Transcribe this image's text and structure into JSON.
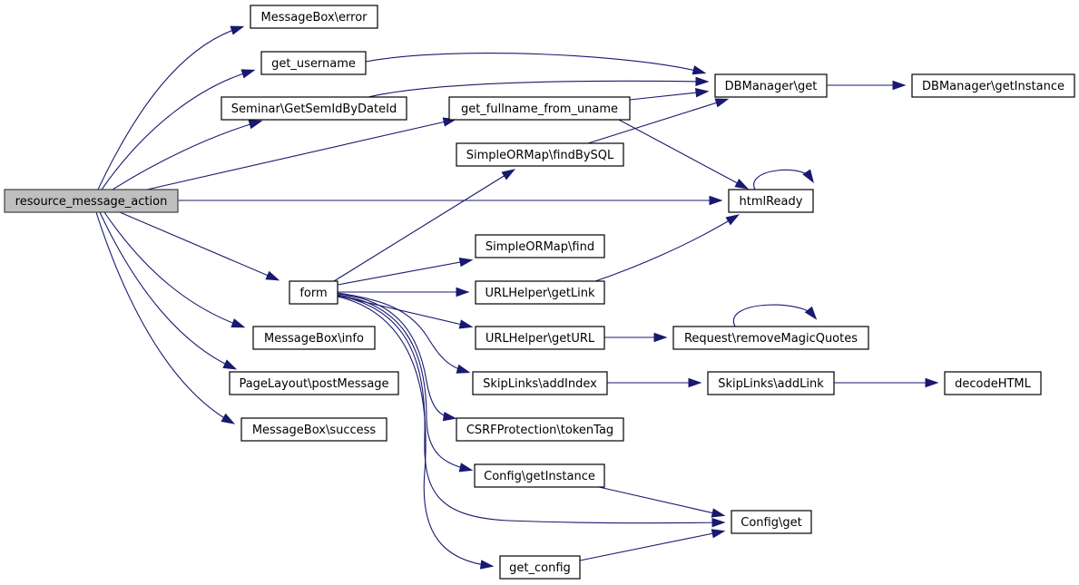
{
  "graph": {
    "type": "call-graph",
    "root": "resource_message_action",
    "edge_color": "#191970",
    "root_fill": "#bfbfbf",
    "nodes": {
      "resource_message_action": "resource_message_action",
      "msgbox_error": "MessageBox\\error",
      "get_username": "get_username",
      "seminar_getsemid": "Seminar\\GetSemIdByDateId",
      "get_fullname": "get_fullname_from_uname",
      "findbysql": "SimpleORMap\\findBySQL",
      "dbmanager_get": "DBManager\\get",
      "dbmanager_getinstance": "DBManager\\getInstance",
      "htmlready": "htmlReady",
      "form": "form",
      "simpleormap_find": "SimpleORMap\\find",
      "urlhelper_getlink": "URLHelper\\getLink",
      "urlhelper_geturl": "URLHelper\\getURL",
      "request_removemagicquotes": "Request\\removeMagicQuotes",
      "msgbox_info": "MessageBox\\info",
      "pagelayout_postmessage": "PageLayout\\postMessage",
      "msgbox_success": "MessageBox\\success",
      "skiplinks_addindex": "SkipLinks\\addIndex",
      "skiplinks_addlink": "SkipLinks\\addLink",
      "decodehtml": "decodeHTML",
      "csrf_tokentag": "CSRFProtection\\tokenTag",
      "config_getinstance": "Config\\getInstance",
      "config_get": "Config\\get",
      "get_config": "get_config"
    },
    "edges": [
      [
        "resource_message_action",
        "msgbox_error"
      ],
      [
        "resource_message_action",
        "get_username"
      ],
      [
        "resource_message_action",
        "seminar_getsemid"
      ],
      [
        "resource_message_action",
        "get_fullname"
      ],
      [
        "resource_message_action",
        "htmlready"
      ],
      [
        "resource_message_action",
        "form"
      ],
      [
        "resource_message_action",
        "msgbox_info"
      ],
      [
        "resource_message_action",
        "pagelayout_postmessage"
      ],
      [
        "resource_message_action",
        "msgbox_success"
      ],
      [
        "get_username",
        "dbmanager_get"
      ],
      [
        "seminar_getsemid",
        "dbmanager_get"
      ],
      [
        "get_fullname",
        "dbmanager_get"
      ],
      [
        "get_fullname",
        "htmlready"
      ],
      [
        "findbysql",
        "dbmanager_get"
      ],
      [
        "dbmanager_get",
        "dbmanager_getinstance"
      ],
      [
        "htmlready",
        "htmlready"
      ],
      [
        "form",
        "findbysql"
      ],
      [
        "form",
        "simpleormap_find"
      ],
      [
        "form",
        "urlhelper_getlink"
      ],
      [
        "form",
        "urlhelper_geturl"
      ],
      [
        "form",
        "skiplinks_addindex"
      ],
      [
        "form",
        "csrf_tokentag"
      ],
      [
        "form",
        "config_getinstance"
      ],
      [
        "form",
        "config_get"
      ],
      [
        "form",
        "get_config"
      ],
      [
        "urlhelper_getlink",
        "htmlready"
      ],
      [
        "urlhelper_geturl",
        "request_removemagicquotes"
      ],
      [
        "request_removemagicquotes",
        "request_removemagicquotes"
      ],
      [
        "skiplinks_addindex",
        "skiplinks_addlink"
      ],
      [
        "skiplinks_addlink",
        "decodehtml"
      ],
      [
        "config_getinstance",
        "config_get"
      ],
      [
        "get_config",
        "config_get"
      ]
    ]
  }
}
